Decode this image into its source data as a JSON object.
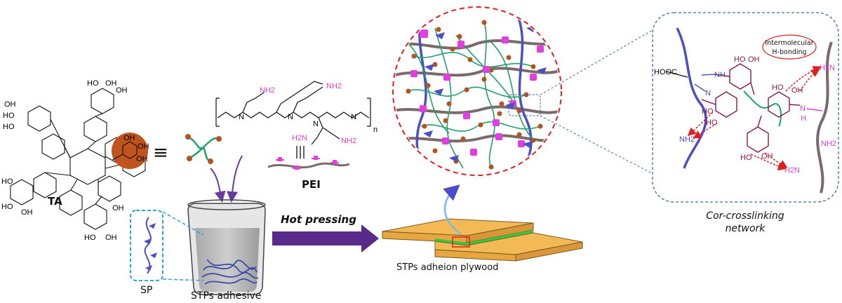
{
  "labels": {
    "ta": "TA",
    "pei": "PEI",
    "sp": "SP",
    "adhesive": "STPs adhesive",
    "hot_pressing": "Hot pressing",
    "plywood": "STPs adheion plywood",
    "network_line1": "Cor-crosslinking",
    "network_line2": "network",
    "hbond_line1": "Intermolecular",
    "hbond_line2": "H-bonding",
    "equiv": "≡",
    "polymer_n": "n"
  },
  "chemistry": {
    "oh": "OH",
    "ho": "HO",
    "nh2": "NH2",
    "h2n": "H2N",
    "nh": "NH",
    "n": "N",
    "h": "H",
    "cooh": "HOOC"
  },
  "colors": {
    "tannin_highlight": "#c0531e",
    "pei_magenta": "#e040e0",
    "polyphenol_green": "#22a06b",
    "protein_blue": "#4c4ec8",
    "pei_chain_gray": "#7a6a6a",
    "arrow_purple": "#5a2a8a",
    "wood_orange": "#f3b955",
    "glue_green": "#2ecc40",
    "dashed_red": "#e02020",
    "dashed_blue": "#3a6aa8",
    "dot_brown": "#b3541e",
    "hbond_red": "#e02020"
  }
}
